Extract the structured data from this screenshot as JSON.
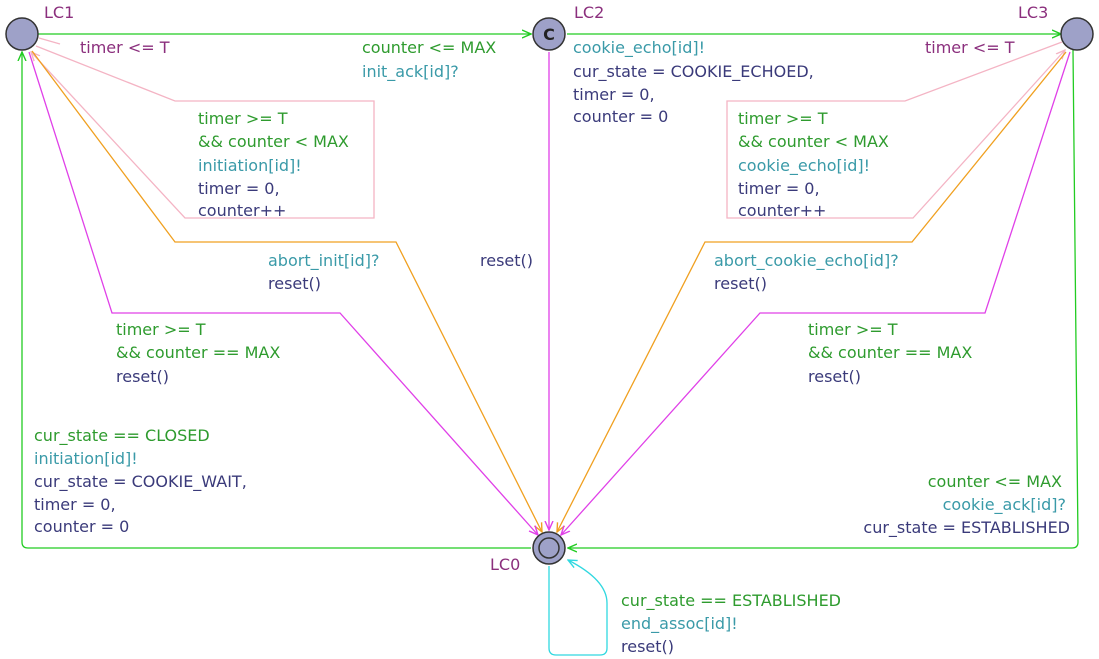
{
  "locations": {
    "lc0": {
      "name": "LC0"
    },
    "lc1": {
      "name": "LC1"
    },
    "lc2": {
      "name": "LC2",
      "marker": "C"
    },
    "lc3": {
      "name": "LC3"
    }
  },
  "edges": {
    "lc1_lc2": {
      "guard": "counter <= MAX",
      "sync": "init_ack[id]?"
    },
    "lc1_self_invariant": {
      "text": "timer <= T"
    },
    "lc1_retry": {
      "guard1": "timer >= T",
      "guard2": "&& counter < MAX",
      "sync": "initiation[id]!",
      "assign1": "timer = 0,",
      "assign2": "counter++"
    },
    "lc1_abort": {
      "sync": "abort_init[id]?",
      "assign": "reset()"
    },
    "lc1_timeout": {
      "guard1": "timer >= T",
      "guard2": "&& counter == MAX",
      "assign": "reset()"
    },
    "lc0_lc1": {
      "guard": "cur_state == CLOSED",
      "sync": "initiation[id]!",
      "assign1": "cur_state = COOKIE_WAIT,",
      "assign2": "timer = 0,",
      "assign3": "counter = 0"
    },
    "lc2_lc3": {
      "sync": "cookie_echo[id]!",
      "assign1": "cur_state = COOKIE_ECHOED,",
      "assign2": "timer = 0,",
      "assign3": "counter = 0"
    },
    "lc2_lc0": {
      "assign": "reset()"
    },
    "lc3_self_invariant": {
      "text": "timer <= T"
    },
    "lc3_retry": {
      "guard1": "timer >= T",
      "guard2": "&& counter < MAX",
      "sync": "cookie_echo[id]!",
      "assign1": "timer = 0,",
      "assign2": "counter++"
    },
    "lc3_abort": {
      "sync": "abort_cookie_echo[id]?",
      "assign": "reset()"
    },
    "lc3_timeout": {
      "guard1": "timer >= T",
      "guard2": "&& counter == MAX",
      "assign": "reset()"
    },
    "lc3_lc0": {
      "guard": "counter <= MAX",
      "sync": "cookie_ack[id]?",
      "assign": "cur_state = ESTABLISHED"
    },
    "lc0_self": {
      "guard": "cur_state == ESTABLISHED",
      "sync": "end_assoc[id]!",
      "assign": "reset()"
    }
  },
  "colors": {
    "green": "#22cc22",
    "magenta": "#e040e8",
    "orange": "#f0a020",
    "pink": "#f4b4c4",
    "cyan": "#30d8e0"
  }
}
